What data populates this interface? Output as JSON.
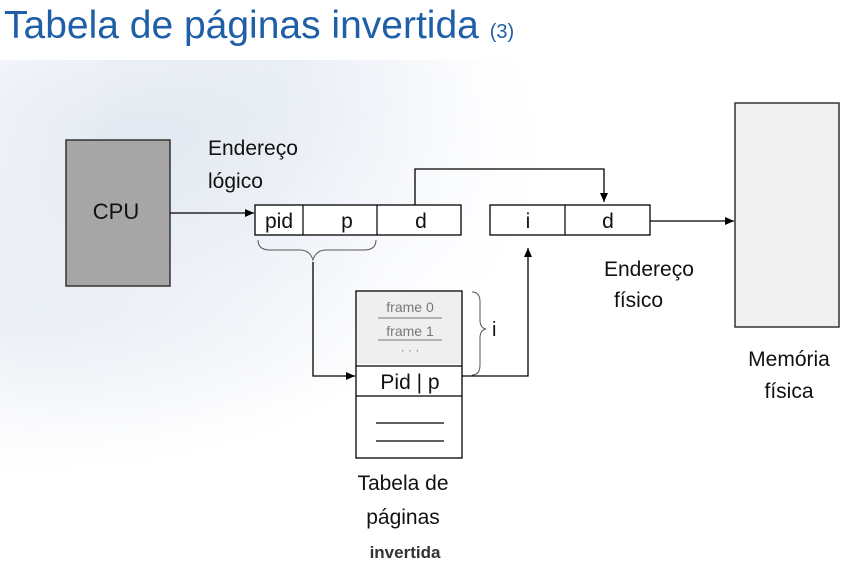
{
  "title": {
    "main": "Tabela de páginas invertida",
    "suffix": "(3)"
  },
  "cpu": {
    "label": "CPU"
  },
  "logical_address": {
    "label_line1": "Endereço",
    "label_line2": "lógico",
    "pid": "pid",
    "p": "p",
    "d": "d"
  },
  "physical_address": {
    "i": "i",
    "d": "d",
    "label_line1": "Endereço",
    "label_line2": "físico"
  },
  "page_table": {
    "row_frame0": "frame 0",
    "row_frame1": "frame 1",
    "dots": "· · ·",
    "pid_p": "Pid | p",
    "brace_label": "i",
    "caption_line1": "Tabela de",
    "caption_line2": "páginas",
    "caption_line3": "invertida"
  },
  "memory": {
    "label_line1": "Memória",
    "label_line2": "física"
  },
  "colors": {
    "title": "#1f5fa8",
    "cpu_fill": "#a6a6a6",
    "memory_fill": "#f0f0f0"
  }
}
